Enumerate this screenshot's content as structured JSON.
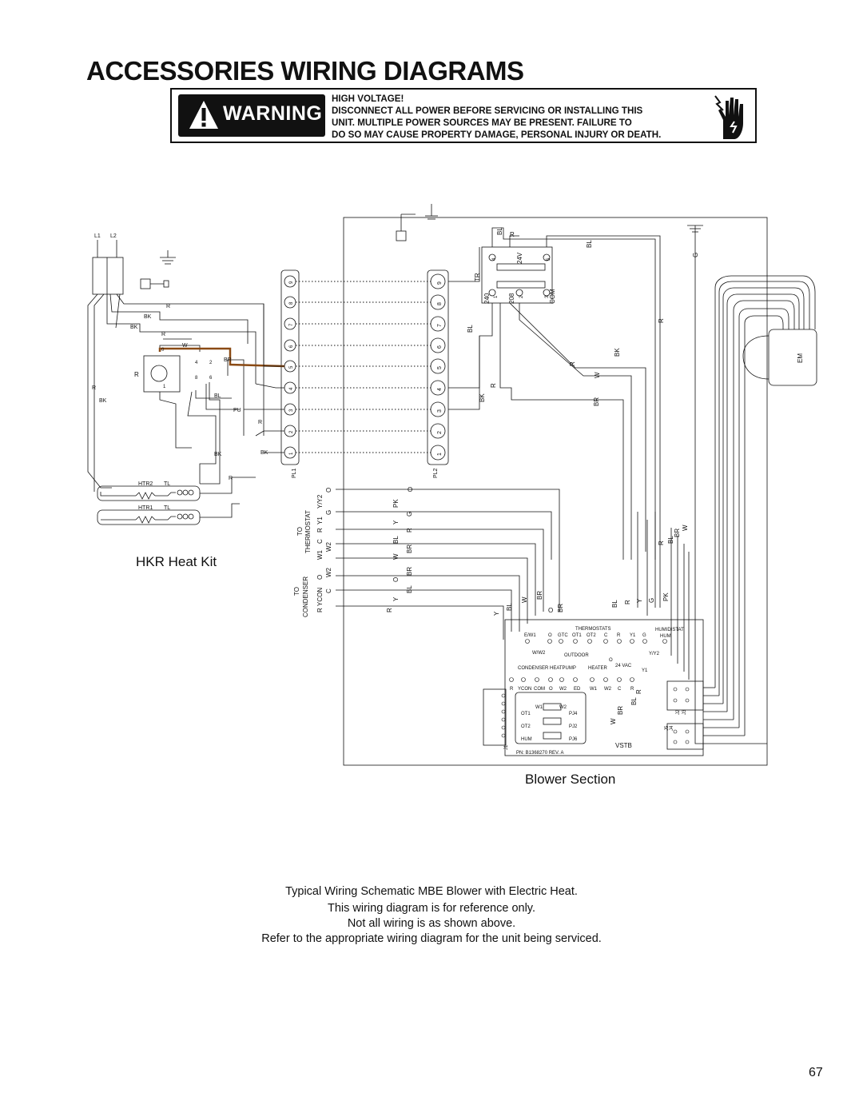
{
  "page_title": "ACCESSORIES WIRING DIAGRAMS",
  "warning": {
    "badge": "WARNING",
    "heading": "HIGH VOLTAGE!",
    "lines": [
      "DISCONNECT ALL POWER BEFORE SERVICING OR INSTALLING THIS",
      "UNIT.  MULTIPLE POWER SOURCES MAY BE PRESENT.  FAILURE TO",
      "DO SO MAY CAUSE PROPERTY DAMAGE, PERSONAL INJURY OR DEATH."
    ]
  },
  "diagram": {
    "heat_kit_caption": "HKR Heat Kit",
    "blower_caption": "Blower Section",
    "heat_kit": {
      "supply": [
        "L1",
        "L2"
      ],
      "wires": [
        "R",
        "BK",
        "BK",
        "R",
        "W",
        "BR",
        "BL",
        "PU",
        "R",
        "BK",
        "BK",
        "R",
        "R",
        "BK"
      ],
      "relay_terminals": [
        "0",
        "4",
        "2",
        "8",
        "6",
        "1"
      ],
      "relay_label": "R",
      "heaters": [
        {
          "name": "HTR2",
          "limit": "TL"
        },
        {
          "name": "HTR1",
          "limit": "TL"
        }
      ]
    },
    "plugs": {
      "pl1": "PL1",
      "pl2": "PL2",
      "pins": [
        "9",
        "8",
        "7",
        "6",
        "5",
        "4",
        "3",
        "2",
        "1"
      ]
    },
    "thermostat": {
      "header": [
        "TO",
        "THERMOSTAT"
      ],
      "terminals": [
        "R",
        "C",
        "W1",
        "Y1",
        "G",
        "Y/Y2",
        "W2",
        "O"
      ],
      "wires": [
        "O",
        "PK",
        "G",
        "Y",
        "R",
        "BL",
        "BR",
        "W"
      ]
    },
    "condenser": {
      "header": [
        "TO",
        "CONDENSER"
      ],
      "terminals": [
        "R",
        "C",
        "YCON",
        "O",
        "W2"
      ],
      "wires": [
        "R",
        "Y",
        "BL",
        "O",
        "BR"
      ]
    },
    "transformer": {
      "label": "TR",
      "taps": [
        "240",
        "1",
        "208",
        "2",
        "3",
        "COM",
        "4",
        "24V",
        "5"
      ],
      "wires": [
        "BL",
        "R",
        "BL",
        "BK",
        "R"
      ]
    },
    "blower_wires": [
      "BL",
      "G",
      "R",
      "R",
      "BK",
      "W",
      "BR",
      "R",
      "BL",
      "BR",
      "W"
    ],
    "motor": "EM",
    "vstb_wires": [
      "Y",
      "BL",
      "W",
      "BR",
      "O",
      "BR",
      "BL",
      "R",
      "Y",
      "G",
      "PK"
    ],
    "vstb": {
      "name": "VSTB",
      "part_number": "PN: B1368270 REV. A",
      "thermostats_label": "THERMOSTATS",
      "humidistat_label": "HUMIDISTAT",
      "thermostat_terminals": [
        "E/W1",
        "O",
        "GTC",
        "OT1",
        "OT2",
        "C",
        "R",
        "Y1",
        "G",
        "HUM"
      ],
      "outdoor_label": "OUTDOOR",
      "ww2": "W/W2",
      "yy2": "Y/Y2",
      "o": "O",
      "y1": "Y1",
      "condenser_label": "CONDENSER",
      "heatpump_label": "HEATPUMP",
      "heater_label": "HEATER",
      "vac_label": "24 VAC",
      "bottom_terminals": [
        "R",
        "YCON",
        "COM",
        "O",
        "W2",
        "ED",
        "W1",
        "W2",
        "C",
        "R"
      ],
      "jumpers": [
        {
          "left": "W1",
          "right": "W2",
          "plug": "PJ4"
        },
        {
          "left": "OT2",
          "right": "",
          "plug": "PJ2"
        },
        {
          "left": "HUM",
          "right": "",
          "plug": "PJ6"
        }
      ],
      "ot1": "OT1",
      "connectors": [
        "J1",
        "J2",
        "J3",
        "J4",
        "J5"
      ],
      "side_wires": [
        "BR",
        "BL",
        "R",
        "W"
      ]
    }
  },
  "notes": [
    "Typical Wiring Schematic MBE Blower with Electric Heat.",
    "This wiring diagram is for reference only.",
    "Not all wiring is as shown above.",
    "Refer to the appropriate wiring diagram for the unit being serviced."
  ],
  "page_number": "67"
}
